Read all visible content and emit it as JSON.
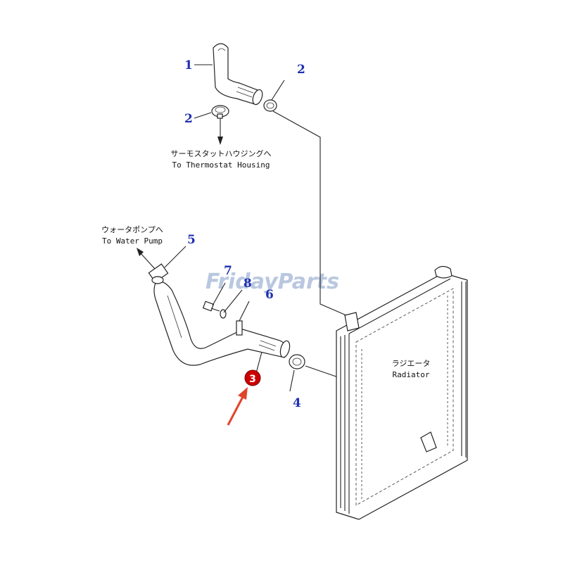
{
  "colors": {
    "callout_text": "#1f2fb0",
    "highlight_badge": "#cc0000",
    "arrow": "#e0442a",
    "watermark": "#b9c8e0",
    "line_art": "#222222"
  },
  "watermark": "FridayParts",
  "callouts": {
    "c1": "1",
    "c2_top": "2",
    "c2_mid": "2",
    "c4": "4",
    "c5": "5",
    "c6": "6",
    "c7": "7",
    "c8": "8",
    "c3_selected": "3"
  },
  "notes": {
    "thermostat_jp": "サーモスタットハウジングへ",
    "thermostat_en": "To Thermostat Housing",
    "waterpump_jp": "ウォータポンプへ",
    "waterpump_en": "To Water Pump",
    "radiator_jp": "ラジエータ",
    "radiator_en": "Radiator"
  }
}
